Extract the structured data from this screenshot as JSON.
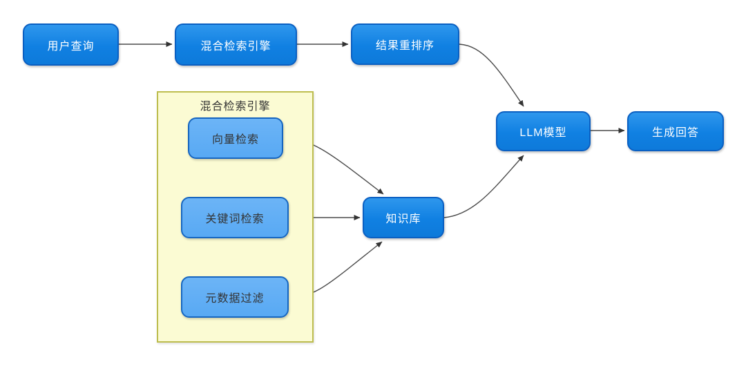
{
  "diagram": {
    "type": "flowchart",
    "background": "#ffffff",
    "colors": {
      "primary_node_fill": "#1585E8",
      "primary_node_border": "#0A5FC2",
      "primary_node_text": "#FFFFFF",
      "secondary_node_fill": "#5FAEF5",
      "secondary_node_border": "#1565C0",
      "secondary_node_text": "#333333",
      "group_fill": "#FBFBD3",
      "group_border": "#BDBD4E",
      "edge_color": "#4A4A4A"
    },
    "nodes": {
      "user_query": {
        "label": "用户查询"
      },
      "hybrid_engine": {
        "label": "混合检索引擎"
      },
      "rerank": {
        "label": "结果重排序"
      },
      "llm": {
        "label": "LLM模型"
      },
      "answer": {
        "label": "生成回答"
      },
      "vector": {
        "label": "向量检索"
      },
      "keyword": {
        "label": "关键词检索"
      },
      "metadata": {
        "label": "元数据过滤"
      },
      "kb": {
        "label": "知识库"
      }
    },
    "group": {
      "title": "混合检索引擎"
    },
    "edges": [
      {
        "from": "用户查询",
        "to": "混合检索引擎"
      },
      {
        "from": "混合检索引擎",
        "to": "结果重排序"
      },
      {
        "from": "结果重排序",
        "to": "LLM模型"
      },
      {
        "from": "LLM模型",
        "to": "生成回答"
      },
      {
        "from": "向量检索",
        "to": "知识库"
      },
      {
        "from": "关键词检索",
        "to": "知识库"
      },
      {
        "from": "元数据过滤",
        "to": "知识库"
      },
      {
        "from": "知识库",
        "to": "LLM模型"
      }
    ]
  }
}
